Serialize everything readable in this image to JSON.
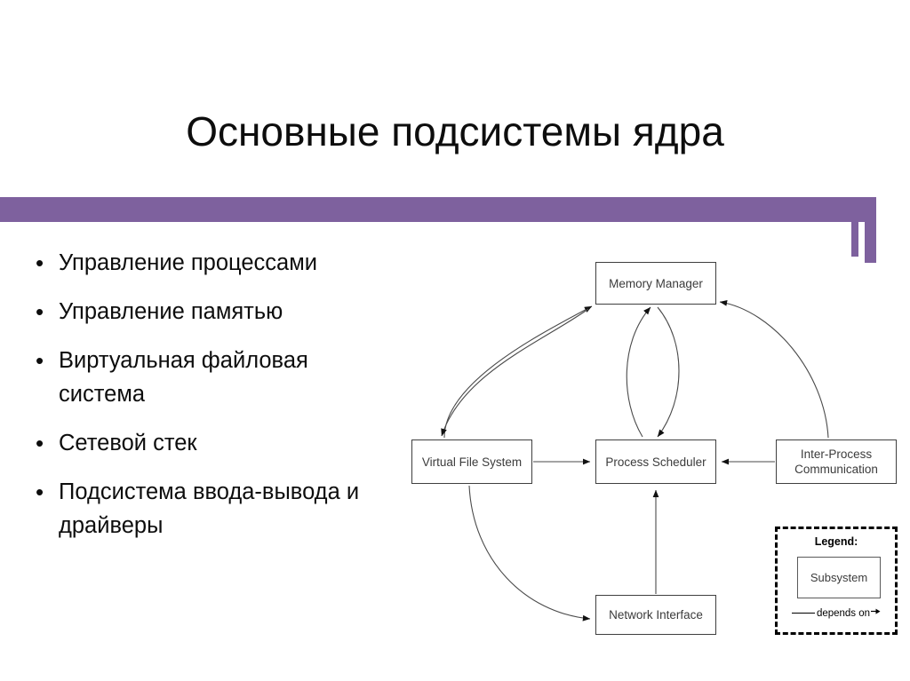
{
  "slide": {
    "title": "Основные подсистемы ядра",
    "accent_color": "#7e619e",
    "background_color": "#ffffff",
    "bullet_glyph": "•"
  },
  "bullets": [
    {
      "text": "Управление процессами"
    },
    {
      "text": "Управление памятью"
    },
    {
      "text": "Виртуальная файловая система"
    },
    {
      "text": "Сетевой стек"
    },
    {
      "text": "Подсистема ввода-вывода и драйверы"
    }
  ],
  "diagram": {
    "nodes": [
      {
        "id": "memory-manager",
        "label": "Memory Manager"
      },
      {
        "id": "virtual-file-system",
        "label": "Virtual File System"
      },
      {
        "id": "process-scheduler",
        "label": "Process Scheduler"
      },
      {
        "id": "inter-process-communication",
        "label": "Inter-Process Communication"
      },
      {
        "id": "network-interface",
        "label": "Network Interface"
      }
    ],
    "edges": [
      {
        "from": "virtual-file-system",
        "to": "memory-manager",
        "style": "curved",
        "bidirectional": true
      },
      {
        "from": "memory-manager",
        "to": "process-scheduler",
        "style": "curved",
        "bidirectional": true
      },
      {
        "from": "virtual-file-system",
        "to": "process-scheduler",
        "style": "straight",
        "bidirectional": false
      },
      {
        "from": "inter-process-communication",
        "to": "process-scheduler",
        "style": "straight",
        "bidirectional": false
      },
      {
        "from": "network-interface",
        "to": "process-scheduler",
        "style": "straight",
        "bidirectional": false
      },
      {
        "from": "inter-process-communication",
        "to": "memory-manager",
        "style": "arc",
        "bidirectional": false
      },
      {
        "from": "virtual-file-system",
        "to": "network-interface",
        "style": "arc",
        "bidirectional": false
      }
    ],
    "stroke_color": "#3f3f3f",
    "label_color": "#3b3b3b"
  },
  "legend": {
    "title": "Legend:",
    "sample_node_label": "Subsystem",
    "relation_label": "depends on",
    "border_style": "dashed"
  }
}
